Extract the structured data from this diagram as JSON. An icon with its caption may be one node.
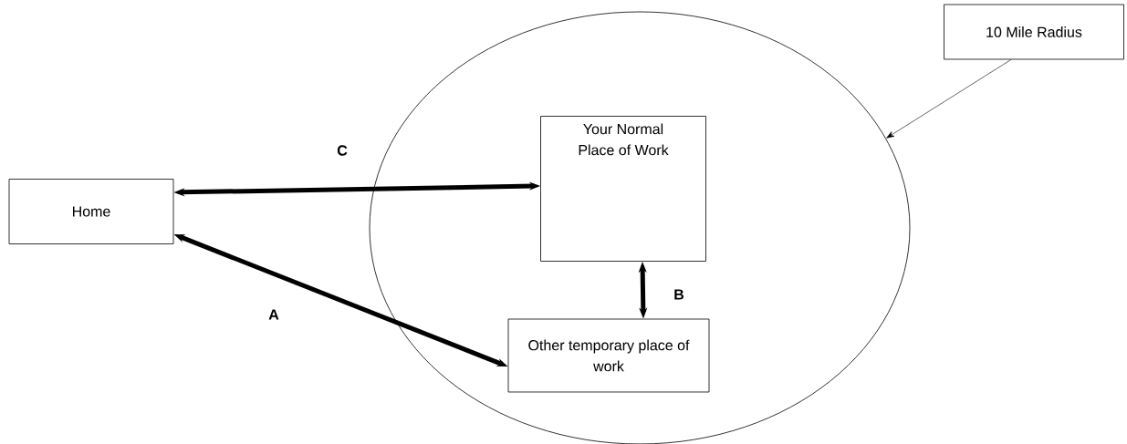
{
  "diagram": {
    "nodes": [
      {
        "text": [
          "10 Mile Radius"
        ]
      },
      {
        "text": [],
        "shape": "circle"
      },
      {
        "text": [
          "Home"
        ]
      },
      {
        "text": [
          "Your Normal Place of Work"
        ],
        "in": 1
      },
      {
        "text": [
          "Other temporary place of work"
        ],
        "in": 1
      }
    ],
    "edges": [
      {
        "from": 0,
        "to": 1,
        "arrow": "to"
      },
      {
        "from": 2,
        "to": 3,
        "arrow": "both",
        "label": "C"
      },
      {
        "from": 2,
        "to": 4,
        "arrow": "both",
        "label": "A"
      },
      {
        "from": 3,
        "to": 4,
        "arrow": "both",
        "label": "B"
      }
    ]
  }
}
